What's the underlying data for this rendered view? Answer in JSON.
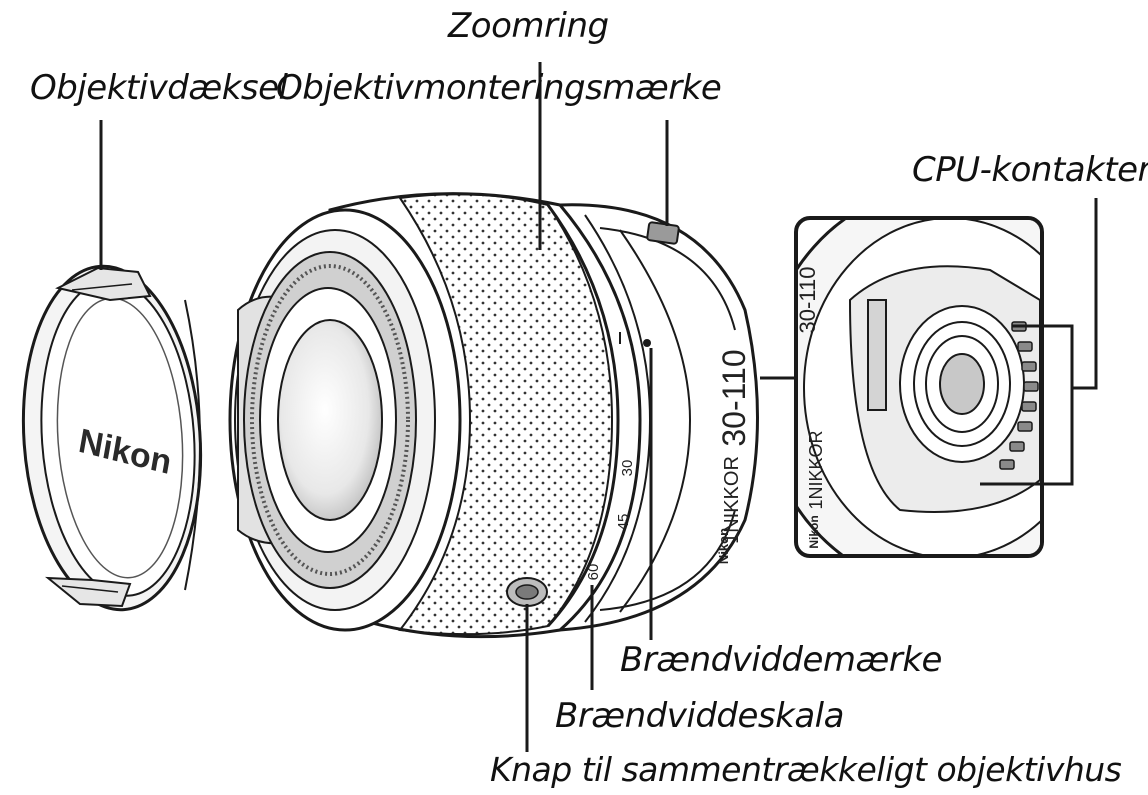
{
  "labels": {
    "zoom_ring": "Zoomring",
    "lens_cap": "Objektivdæksel",
    "mounting_mark": "Objektivmonteringsmærke",
    "cpu_contacts": "CPU-kontakter",
    "focal_length_mark": "Brændviddemærke",
    "focal_length_scale": "Brændviddeskala",
    "retract_button": "Knap til sammentrækkeligt objektivhus"
  },
  "lens_engravings": {
    "cap_brand": "Nikon",
    "model": "30-110",
    "series": "1NIKKOR",
    "maker": "Nikon",
    "scale_values": [
      "30",
      "45",
      "60"
    ]
  },
  "colors": {
    "line": "#1a1a1a",
    "body_fill": "#ffffff",
    "shade": "#d9d9d9",
    "dark_shade": "#8a8a8a"
  }
}
